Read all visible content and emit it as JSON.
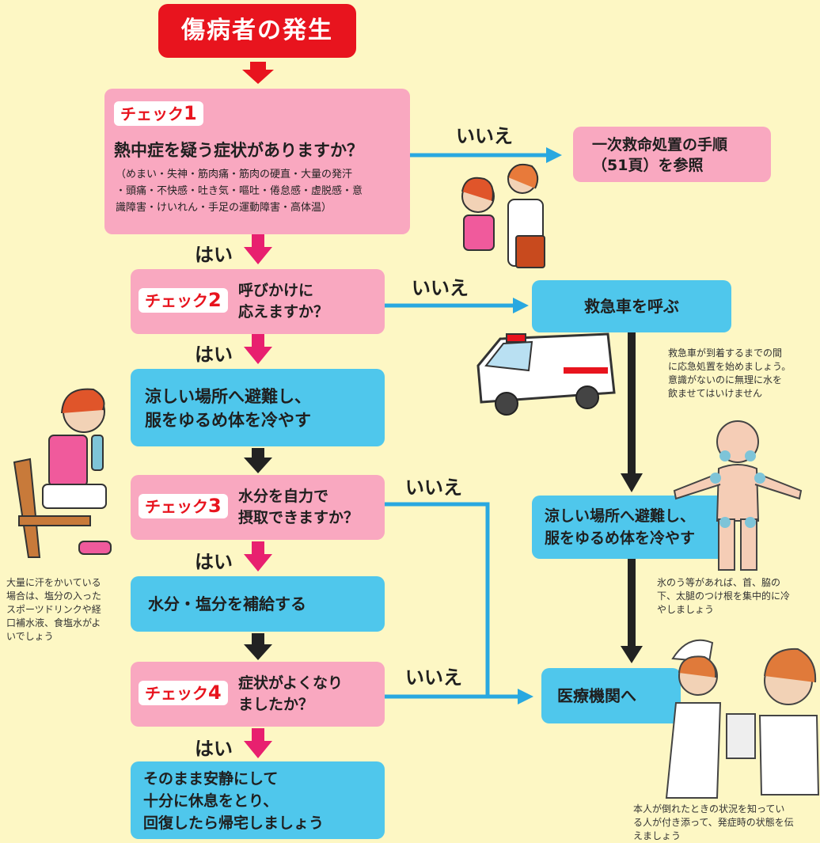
{
  "title": "傷病者の発生",
  "check1": {
    "tag": "チェック",
    "num": "1",
    "question": "熱中症を疑う症状がありますか？",
    "symptoms_l1": "（めまい・失神・筋肉痛・筋肉の硬直・大量の発汗",
    "symptoms_l2": "・頭痛・不快感・吐き気・嘔吐・倦怠感・虚脱感・意",
    "symptoms_l3": "識障害・けいれん・手足の運動障害・高体温）"
  },
  "check2": {
    "tag": "チェック",
    "num": "2",
    "q1": "呼びかけに",
    "q2": "応えますか？"
  },
  "check3": {
    "tag": "チェック",
    "num": "3",
    "q1": "水分を自力で",
    "q2": "摂取できますか？"
  },
  "check4": {
    "tag": "チェック",
    "num": "4",
    "q1": "症状がよくなり",
    "q2": "ましたか？"
  },
  "labels": {
    "yes": "はい",
    "no": "いいえ"
  },
  "first_aid": {
    "l1": "一次救命処置の手順",
    "l2": "（51頁）を参照"
  },
  "ambulance": "救急車を呼ぶ",
  "cool_left": {
    "l1": "涼しい場所へ避難し、",
    "l2": "服をゆるめ体を冷やす"
  },
  "cool_right": {
    "l1": "涼しい場所へ避難し、",
    "l2": "服をゆるめ体を冷やす"
  },
  "hydrate": "水分・塩分を補給する",
  "rest": {
    "l1": "そのまま安静にして",
    "l2": "十分に休息をとり、",
    "l3": "回復したら帰宅しましょう"
  },
  "hospital": "医療機関へ",
  "notes": {
    "ambulance": [
      "救急車が到着するまでの間",
      "に応急処置を始めましょう。",
      "意識がないのに無理に水を",
      "飲ませてはいけません"
    ],
    "ice": [
      "氷のう等があれば、首、脇の",
      "下、太腿のつけ根を集中的に冷",
      "やしましょう"
    ],
    "sweat": [
      "大量に汗をかいている",
      "場合は、塩分の入った",
      "スポーツドリンクや経",
      "口補水液、食塩水がよ",
      "いでしょう"
    ],
    "hospital": [
      "本人が倒れたときの状況を知ってい",
      "る人が付き添って、発症時の状態を伝",
      "えましょう"
    ]
  },
  "colors": {
    "pink": "#f9a8c0",
    "blue": "#4fc7ec",
    "red": "#e8141e",
    "arrow_pink": "#e8206f",
    "line_blue": "#29a8e0",
    "background": "#fdf7c4"
  }
}
